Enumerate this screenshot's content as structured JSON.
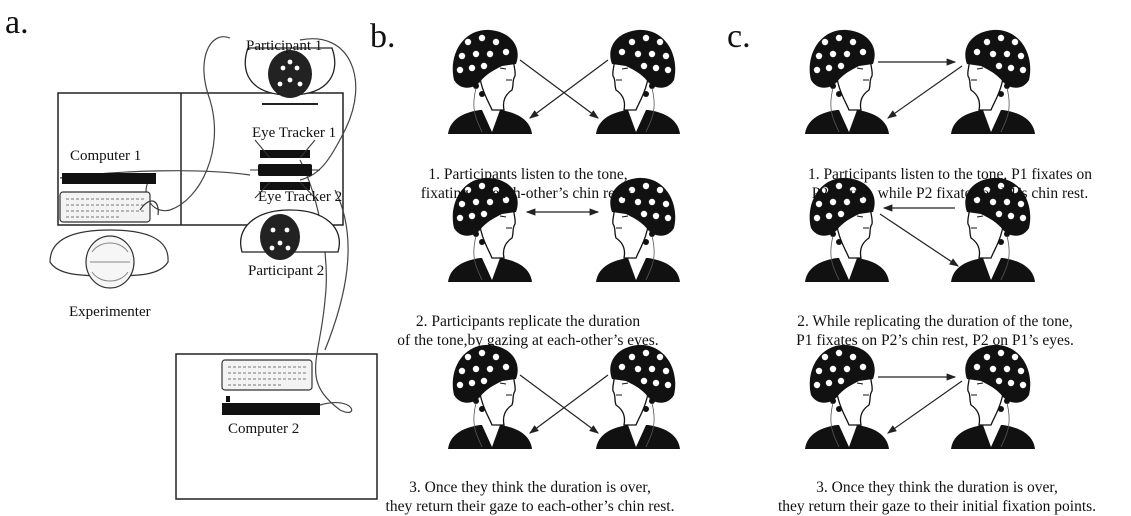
{
  "panels": {
    "a": {
      "label": "a.",
      "participant1": "Participant 1",
      "eye_tracker1": "Eye Tracker 1",
      "eye_tracker2": "Eye Tracker 2",
      "participant2": "Participant 2",
      "computer1": "Computer 1",
      "computer2": "Computer 2",
      "experimenter": "Experimenter"
    },
    "b": {
      "label": "b.",
      "captions": [
        {
          "line1": "1. Participants listen to the tone,",
          "line2": "fixating on each-other’s chin rests."
        },
        {
          "line1": "2. Participants replicate the duration",
          "line2": "of the tone,by gazing at each-other’s eyes."
        },
        {
          "line1": "3. Once they think the duration is over,",
          "line2": "they return their gaze to each-other’s chin rest."
        }
      ]
    },
    "c": {
      "label": "c.",
      "captions": [
        {
          "line1": "1. Participants listen to the tone, P1 fixates on",
          "line2": "P2’s eyes, while P2 fixates on P1’s chin rest."
        },
        {
          "line1": "2. While replicating the duration of the tone,",
          "line2": "P1 fixates on P2’s chin rest, P2 on P1’s eyes."
        },
        {
          "line1": "3. Once they think the duration is over,",
          "line2": "they return their gaze to their initial fixation points."
        }
      ]
    }
  }
}
